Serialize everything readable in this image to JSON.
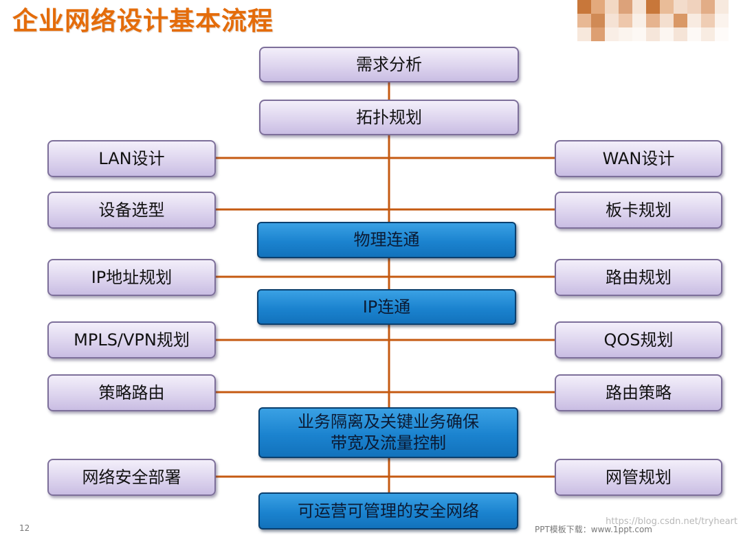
{
  "title": "企业网络设计基本流程",
  "colors": {
    "title": "#e46c0a",
    "connector": "#c55a11",
    "box_purple": "#ddd4ee",
    "box_blue": "#1b83cf"
  },
  "center_steps": {
    "requirements": "需求分析",
    "topology": "拓扑规划",
    "physical": "物理连通",
    "ip": "IP连通",
    "isolation": [
      "业务隔离及关键业务确保",
      "带宽及流量控制"
    ],
    "final": "可运营可管理的安全网络"
  },
  "left_items": {
    "lan": "LAN设计",
    "device": "设备选型",
    "ip_plan": "IP地址规划",
    "mpls": "MPLS/VPN规划",
    "policy_routing": "策略路由",
    "security": "网络安全部署"
  },
  "right_items": {
    "wan": "WAN设计",
    "card": "板卡规划",
    "routing": "路由规划",
    "qos": "QOS规划",
    "routing_policy": "路由策略",
    "nms": "网管规划"
  },
  "watermark": "https://blog.csdn.net/tryheart",
  "footer": {
    "page": "12",
    "text": "PPT模板下载：www.1ppt.com"
  }
}
